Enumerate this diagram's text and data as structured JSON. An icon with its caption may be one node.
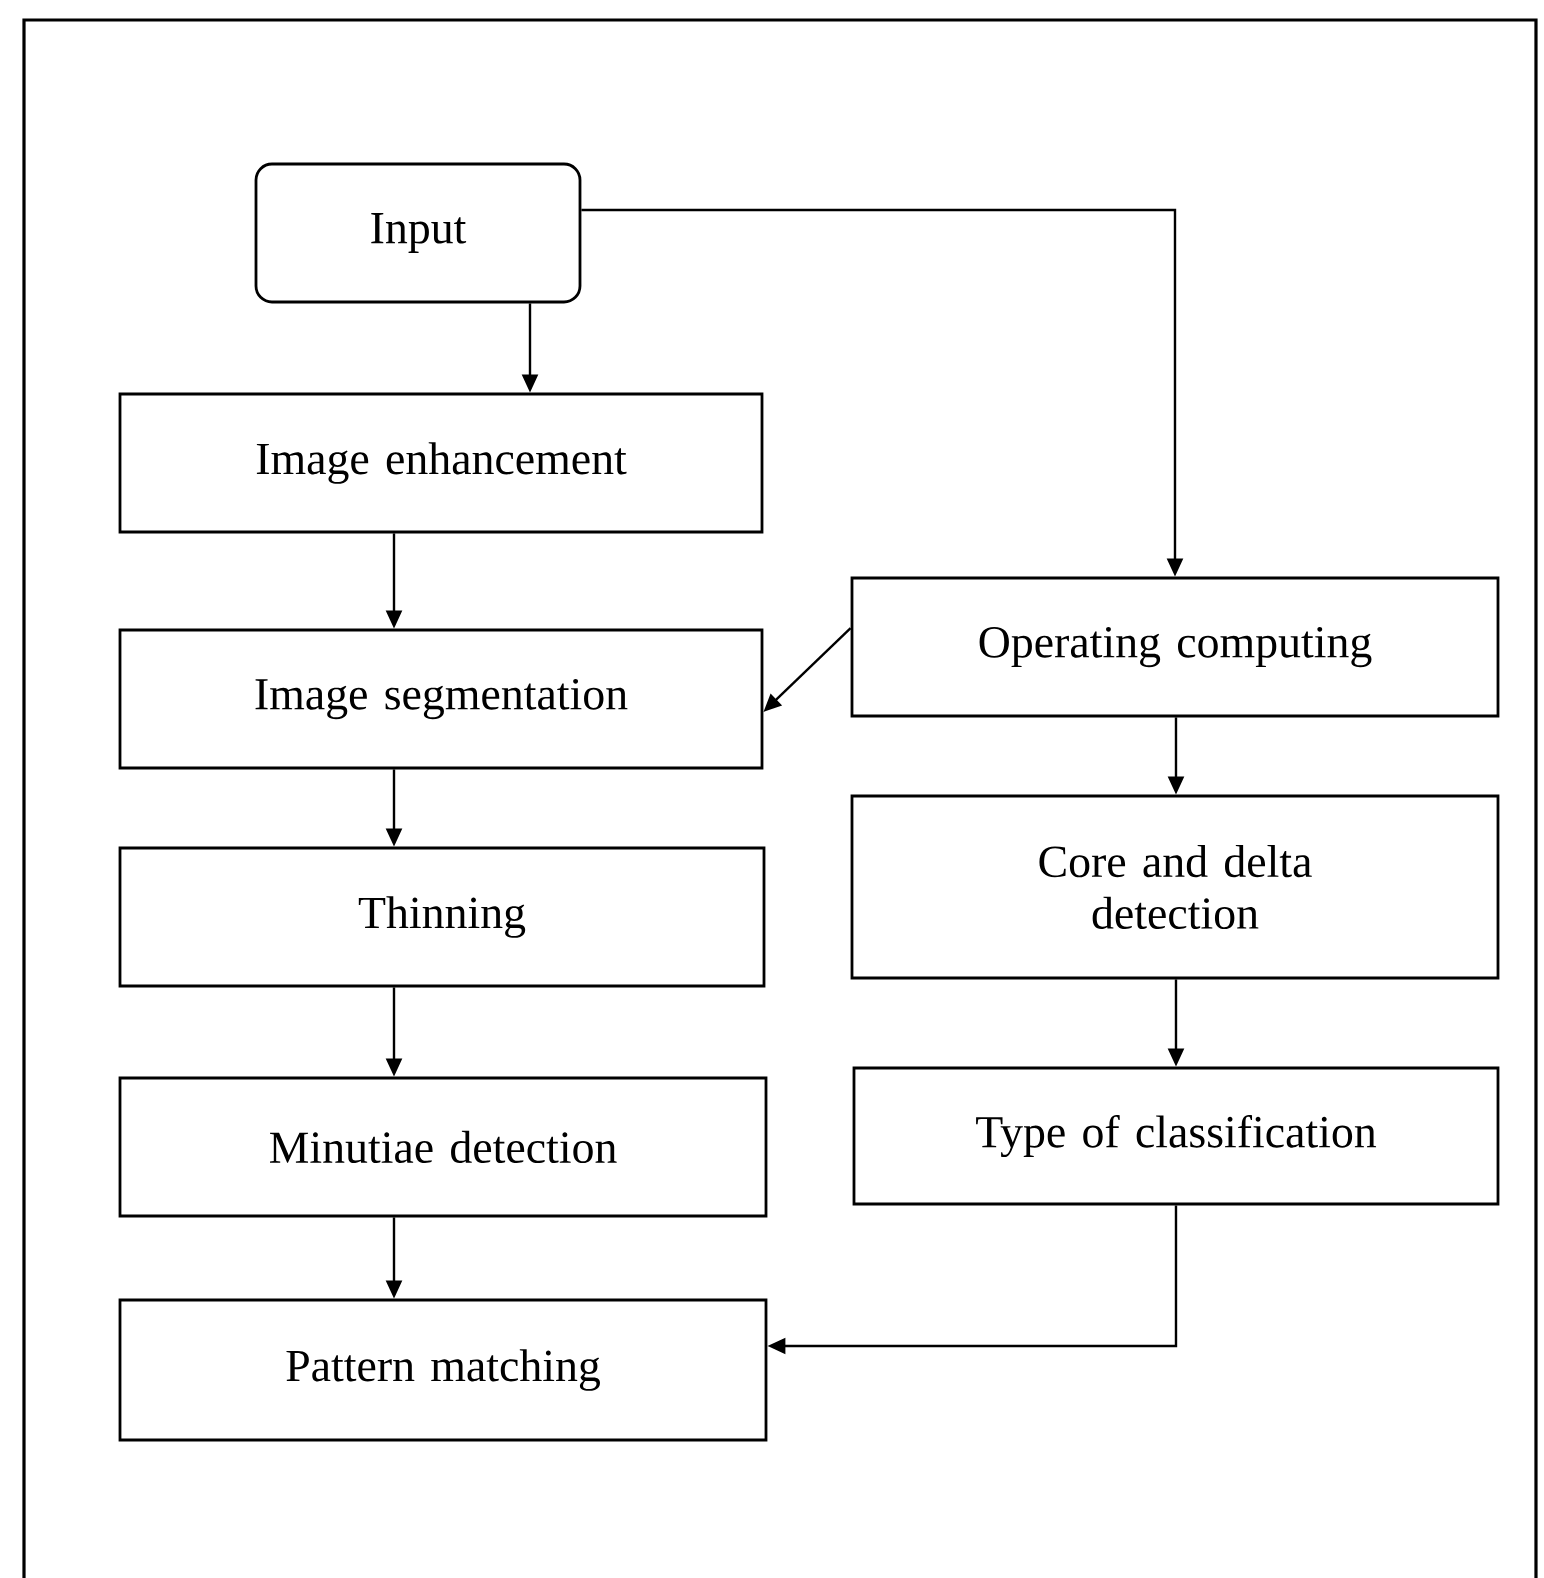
{
  "diagram": {
    "nodes": [
      {
        "text": [
          "Input"
        ]
      },
      {
        "text": [
          "Image enhancement"
        ]
      },
      {
        "text": [
          "Image segmentation"
        ]
      },
      {
        "text": [
          "Thinning"
        ]
      },
      {
        "text": [
          "Minutiae detection"
        ]
      },
      {
        "text": [
          "Pattern matching"
        ]
      },
      {
        "text": [
          "Operating computing"
        ]
      },
      {
        "text": [
          "Core and delta detection"
        ]
      },
      {
        "text": [
          "Type of classification"
        ]
      }
    ],
    "edges": [
      {
        "from": 0,
        "to": 1,
        "arrow": "to"
      },
      {
        "from": 1,
        "to": 2,
        "arrow": "to"
      },
      {
        "from": 2,
        "to": 3,
        "arrow": "to"
      },
      {
        "from": 3,
        "to": 4,
        "arrow": "to"
      },
      {
        "from": 4,
        "to": 5,
        "arrow": "to"
      },
      {
        "from": 0,
        "to": 6,
        "arrow": "to"
      },
      {
        "from": 6,
        "to": 2,
        "arrow": "to"
      },
      {
        "from": 6,
        "to": 7,
        "arrow": "to"
      },
      {
        "from": 7,
        "to": 8,
        "arrow": "to"
      },
      {
        "from": 8,
        "to": 5,
        "arrow": "to"
      }
    ]
  }
}
